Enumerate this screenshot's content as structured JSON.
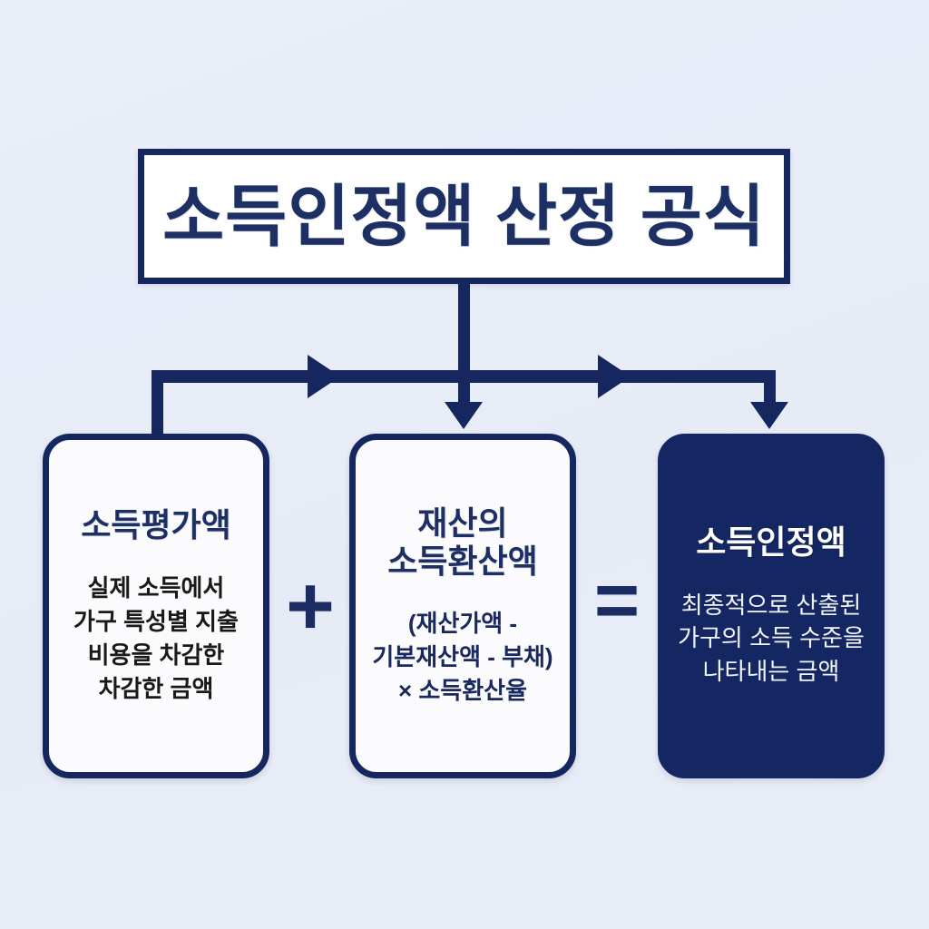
{
  "diagram": {
    "title": "소득인정액 산정 공식",
    "background_color": "#e9edf8",
    "accent_color": "#16265e",
    "operators": {
      "plus": "+",
      "equals": "="
    },
    "boxes": [
      {
        "id": "income-evaluation",
        "heading_lines": [
          "소득평가액"
        ],
        "body_lines": [
          "실제 소득에서",
          "가구 특성별 지출",
          "비용을 차감한",
          "차감한 금액"
        ],
        "style": "light",
        "text_color": "#191919",
        "heading_color": "#1d2f63"
      },
      {
        "id": "asset-income-conversion",
        "heading_lines": [
          "재산의",
          "소득환산액"
        ],
        "body_lines": [
          "(재산가액 -",
          "기본재산액 - 부채)",
          "× 소득환산율"
        ],
        "style": "light",
        "text_color": "#19295e",
        "heading_color": "#1d2f63"
      },
      {
        "id": "recognized-income",
        "heading_lines": [
          "소득인정액"
        ],
        "body_lines": [
          "최종적으로 산출된",
          "가구의 소득 수준을",
          "나타내는 금액"
        ],
        "style": "dark",
        "text_color": "#f2f4fb",
        "heading_color": "#ffffff",
        "fill_color": "#152763"
      }
    ]
  }
}
